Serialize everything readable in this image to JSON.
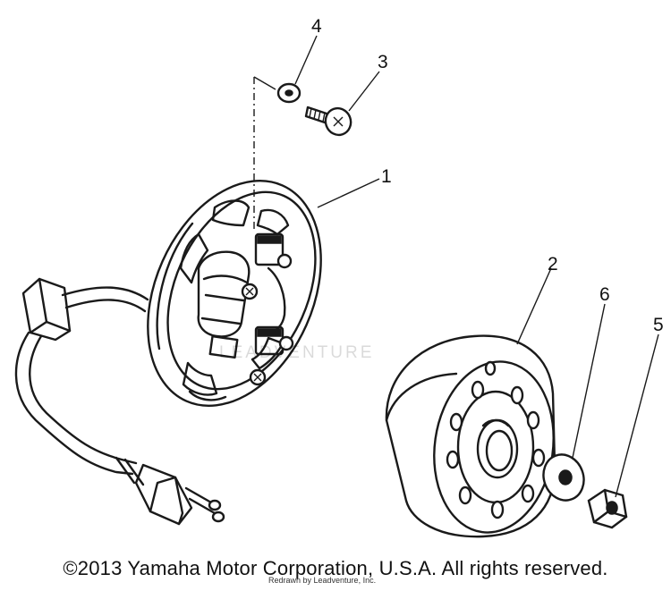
{
  "callouts": {
    "c1": "1",
    "c2": "2",
    "c3": "3",
    "c4": "4",
    "c5": "5",
    "c6": "6"
  },
  "watermark": "LEADVENTURE",
  "copyright": "©2013 Yamaha Motor Corporation, U.S.A. All rights reserved.",
  "redrawn_credit": "Redrawn by Leadventure, Inc."
}
